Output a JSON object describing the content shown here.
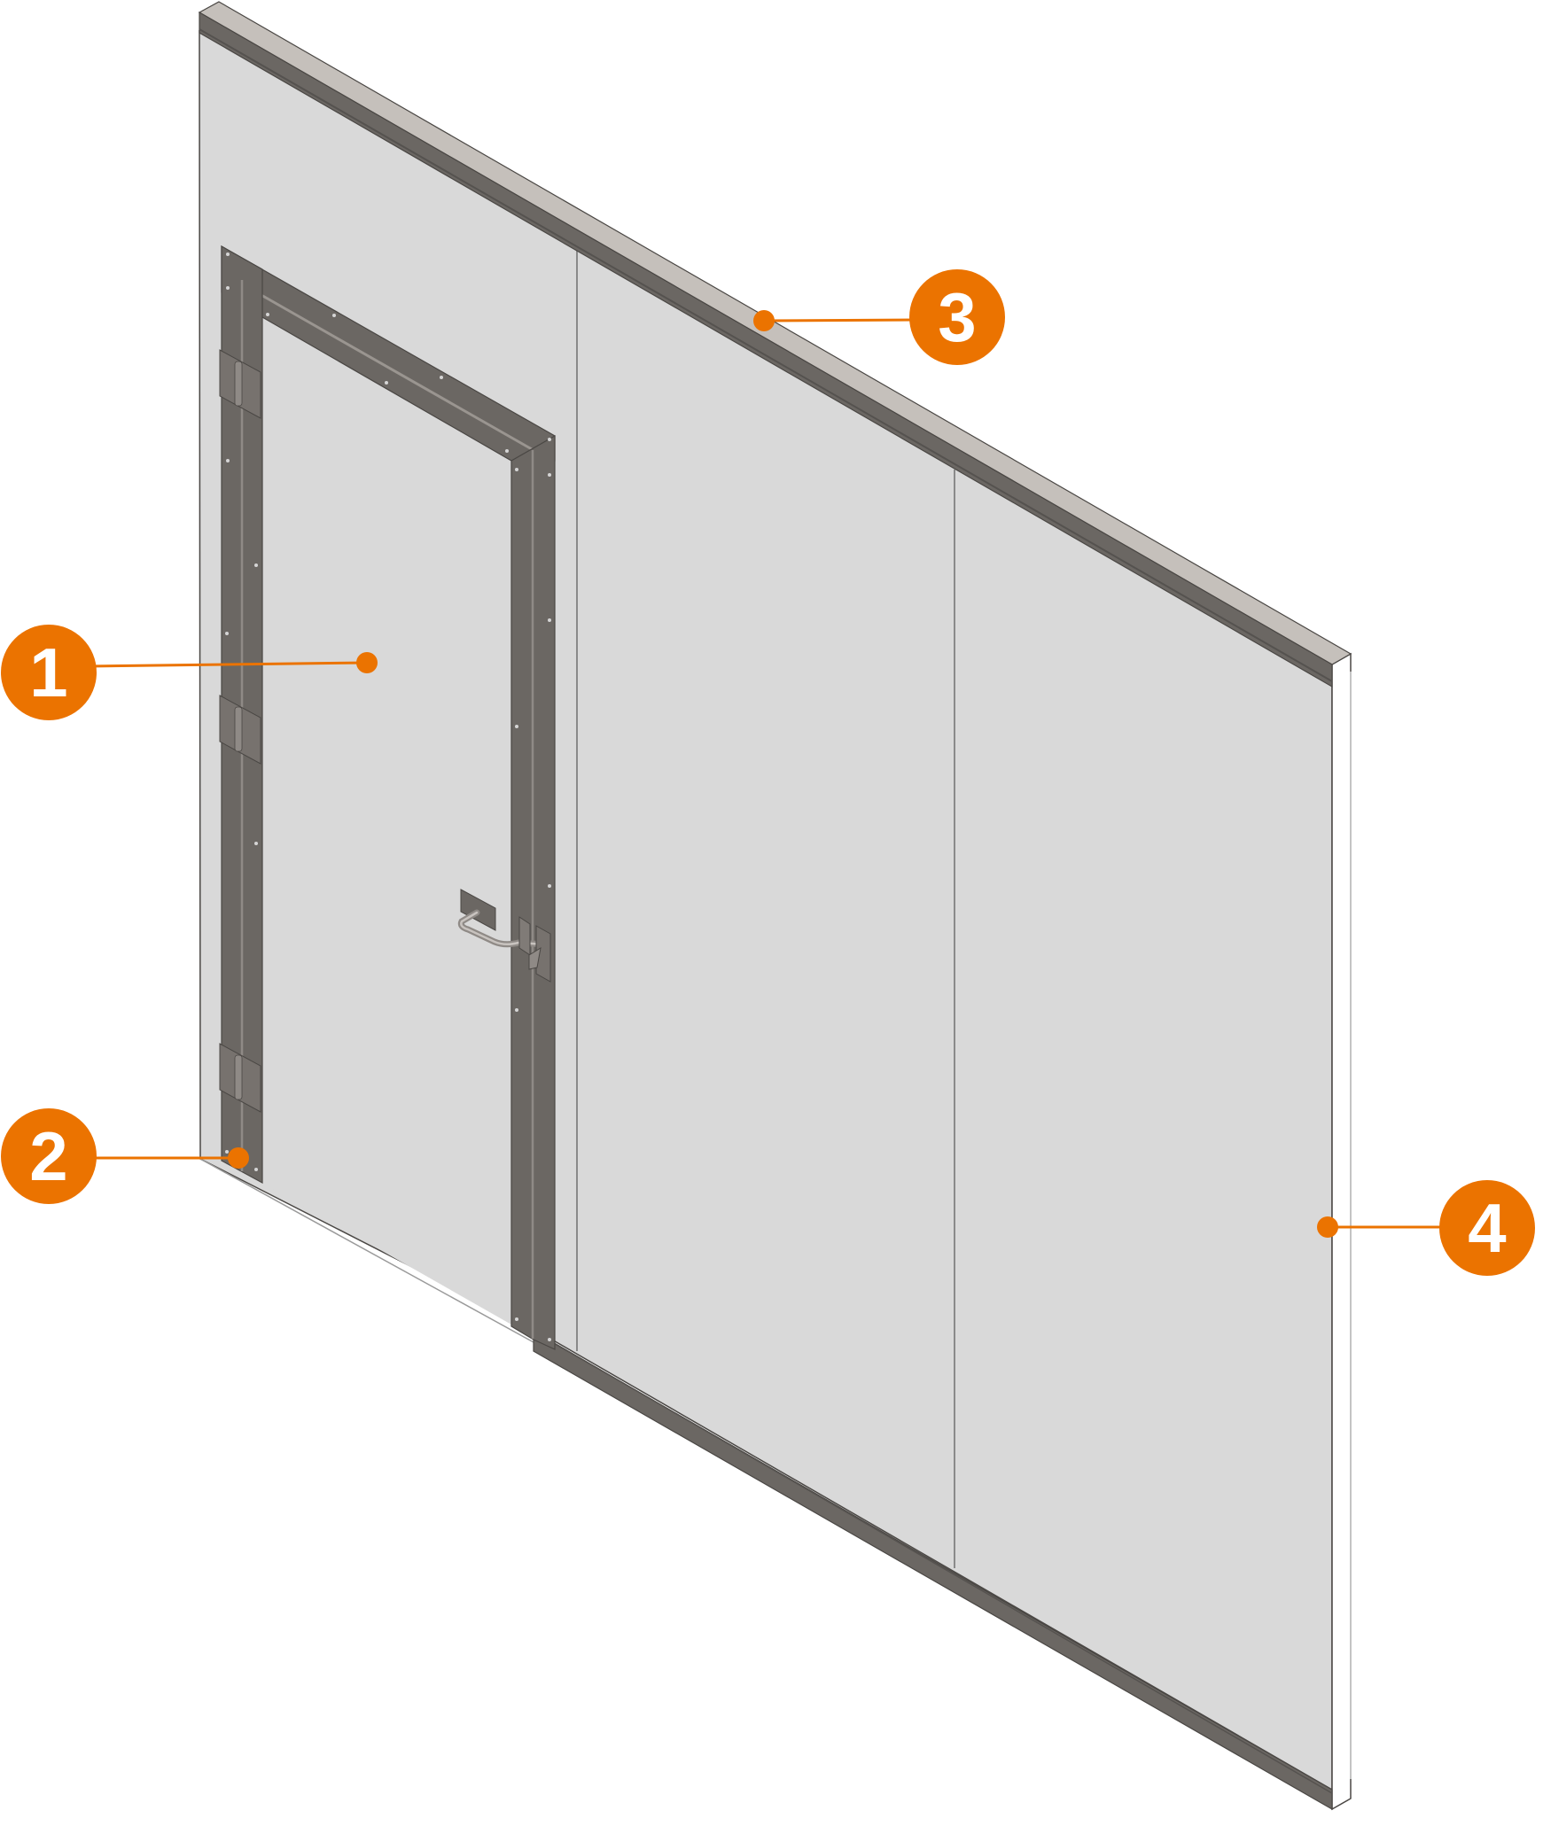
{
  "diagram": {
    "subject": "Modular wall partition with hinged door",
    "colors": {
      "accent": "#EB7300",
      "panel": "#D9D9D9",
      "frame": "#6B6763",
      "frame_dark": "#55524F",
      "rail_top": "#C5C0BB",
      "outline": "#4A4744",
      "seam": "#8A8A8A",
      "marker_text": "#FFFFFF"
    },
    "callouts": [
      {
        "id": "1",
        "label": "1",
        "target": "door-panel",
        "circle": [
          55,
          759
        ],
        "dot": [
          414,
          748
        ]
      },
      {
        "id": "2",
        "label": "2",
        "target": "door-frame-hinge-jamb",
        "circle": [
          55,
          1305
        ],
        "dot": [
          269,
          1307
        ]
      },
      {
        "id": "3",
        "label": "3",
        "target": "top-rail",
        "circle": [
          1080,
          358
        ],
        "dot": [
          862,
          362
        ]
      },
      {
        "id": "4",
        "label": "4",
        "target": "wall-panel",
        "circle": [
          1678,
          1386
        ],
        "dot": [
          1498,
          1385
        ]
      }
    ],
    "parts": {
      "hinges": 3,
      "wall_panels": 3,
      "handle": "lever-handle",
      "latch": "door-latch"
    }
  }
}
